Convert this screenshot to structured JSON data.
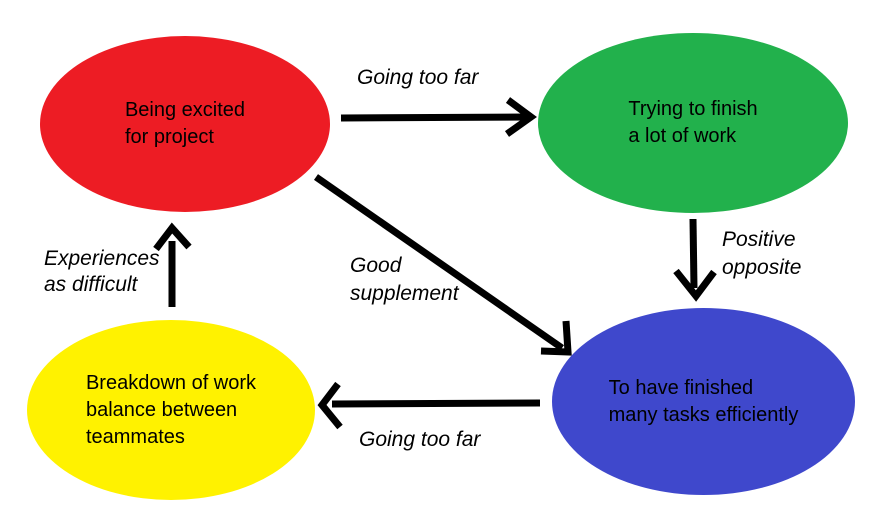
{
  "diagram": {
    "background": "#FFFFFF",
    "arrow_color": "#000000",
    "text_color": "#000000",
    "nodes": {
      "red": {
        "color": "#ED1C24",
        "lines": [
          "Being excited",
          "for project"
        ]
      },
      "green": {
        "color": "#22B14C",
        "lines": [
          "Trying to finish",
          "a lot of work"
        ]
      },
      "blue": {
        "color": "#3F48CC",
        "lines": [
          "To have finished",
          "many tasks efficiently"
        ]
      },
      "yellow": {
        "color": "#FFF200",
        "lines": [
          "Breakdown of work",
          "balance between",
          "teammates"
        ]
      }
    },
    "edges": {
      "red_to_green": {
        "lines": [
          "Going too far"
        ]
      },
      "green_to_blue": {
        "lines": [
          "Positive",
          "opposite"
        ]
      },
      "red_to_blue": {
        "lines": [
          "Good",
          "supplement"
        ]
      },
      "yellow_to_red": {
        "lines": [
          "Experiences",
          "as difficult"
        ]
      },
      "blue_to_yellow": {
        "lines": [
          "Going too far"
        ]
      }
    }
  }
}
